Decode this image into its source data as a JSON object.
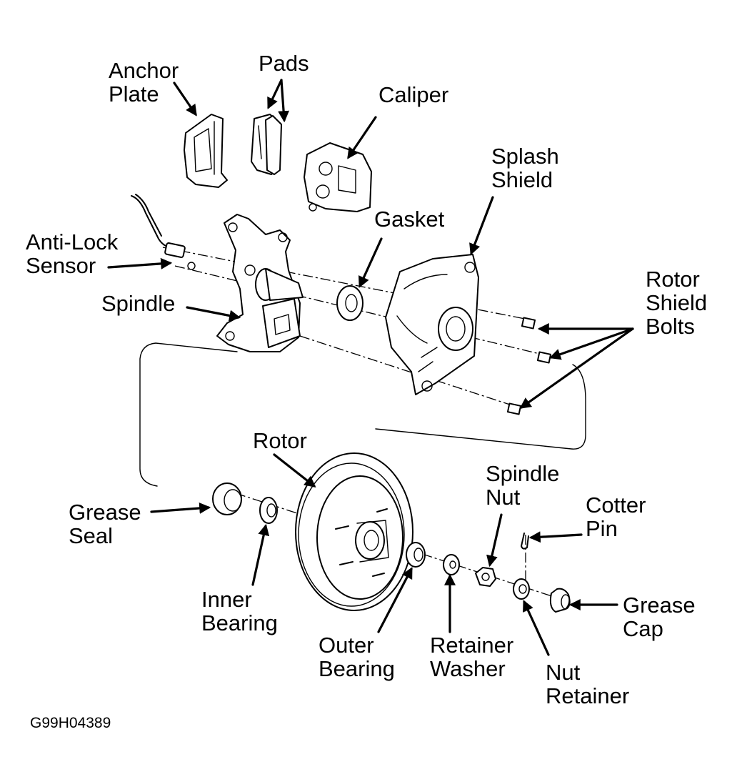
{
  "labels": {
    "anchor_plate": [
      "Anchor",
      "Plate"
    ],
    "pads": "Pads",
    "caliper": "Caliper",
    "splash_shield": [
      "Splash",
      "Shield"
    ],
    "gasket": "Gasket",
    "anti_lock_sensor": [
      "Anti-Lock",
      "Sensor"
    ],
    "rotor_shield_bolts": [
      "Rotor",
      "Shield",
      "Bolts"
    ],
    "spindle": "Spindle",
    "rotor": "Rotor",
    "spindle_nut": [
      "Spindle",
      "Nut"
    ],
    "cotter_pin": [
      "Cotter",
      "Pin"
    ],
    "grease_seal": [
      "Grease",
      "Seal"
    ],
    "inner_bearing": [
      "Inner",
      "Bearing"
    ],
    "outer_bearing": [
      "Outer",
      "Bearing"
    ],
    "retainer_washer": [
      "Retainer",
      "Washer"
    ],
    "grease_cap": [
      "Grease",
      "Cap"
    ],
    "nut_retainer": [
      "Nut",
      "Retainer"
    ]
  },
  "figure_id": "G99H04389",
  "colors": {
    "line": "#000000",
    "background": "#ffffff"
  }
}
